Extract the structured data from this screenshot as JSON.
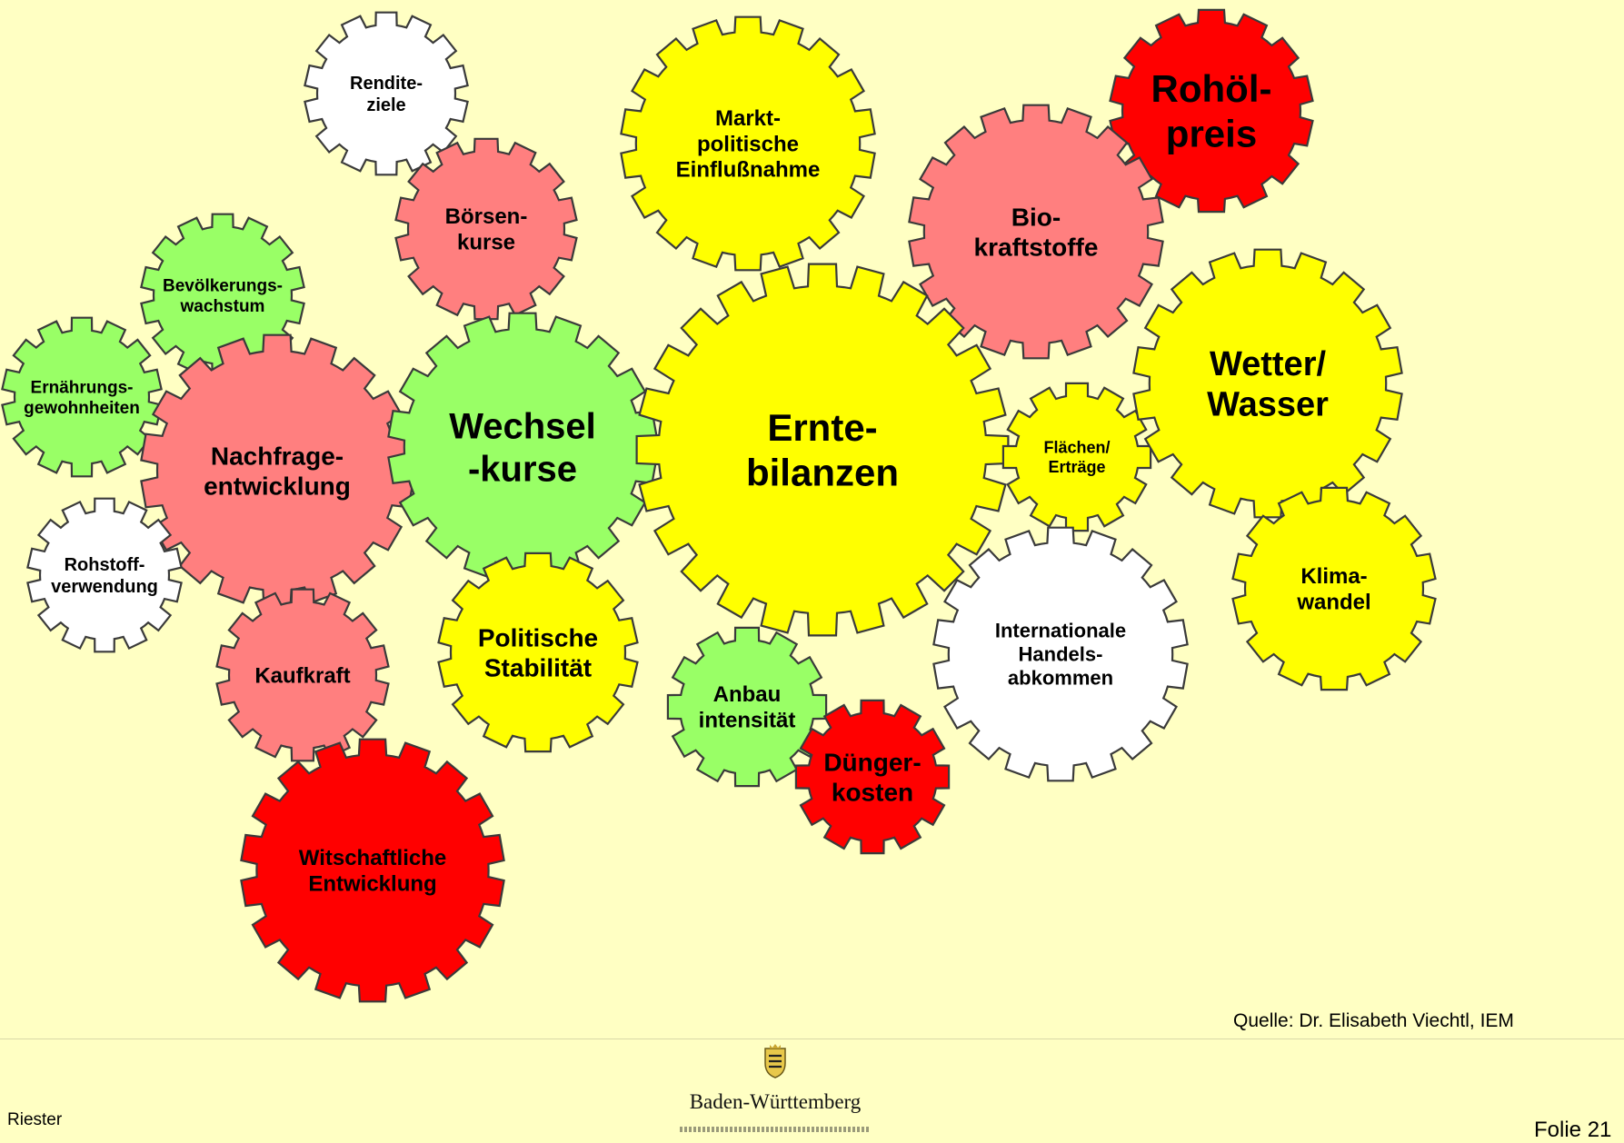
{
  "colors": {
    "background": "#ffffc3",
    "yellow": "#ffff00",
    "salmon": "#ff7f7f",
    "green": "#99ff66",
    "red": "#ff0000",
    "white": "#ffffff"
  },
  "gears": [
    {
      "id": "renditeziele",
      "label": "Rendite-\nziele",
      "color": "white"
    },
    {
      "id": "boersenkurse",
      "label": "Börsen-\nkurse",
      "color": "salmon"
    },
    {
      "id": "marktpolitische-einflussnahme",
      "label": "Markt-\npolitische\nEinflußnahme",
      "color": "yellow"
    },
    {
      "id": "rohoelpreis",
      "label": "Rohöl-\npreis",
      "color": "red"
    },
    {
      "id": "biokraftstoffe",
      "label": "Bio-\nkraftstoffe",
      "color": "salmon"
    },
    {
      "id": "bevoelkerungswachstum",
      "label": "Bevölkerungs-\nwachstum",
      "color": "green"
    },
    {
      "id": "ernaehrungsgewohnheiten",
      "label": "Ernährungs-\ngewohnheiten",
      "color": "green"
    },
    {
      "id": "nachfrageentwicklung",
      "label": "Nachfrage-\nentwicklung",
      "color": "salmon"
    },
    {
      "id": "wechselkurse",
      "label": "Wechsel\n-kurse",
      "color": "green"
    },
    {
      "id": "erntebilanzen",
      "label": "Ernte-\nbilanzen",
      "color": "yellow"
    },
    {
      "id": "flaechen-ertraege",
      "label": "Flächen/\nErträge",
      "color": "yellow"
    },
    {
      "id": "wetter-wasser",
      "label": "Wetter/\nWasser",
      "color": "yellow"
    },
    {
      "id": "rohstoffverwendung",
      "label": "Rohstoff-\nverwendung",
      "color": "white"
    },
    {
      "id": "kaufkraft",
      "label": "Kaufkraft",
      "color": "salmon"
    },
    {
      "id": "politische-stabilitaet",
      "label": "Politische\nStabilität",
      "color": "yellow"
    },
    {
      "id": "internationale-handelsabkommen",
      "label": "Internationale\nHandels-\nabkommen",
      "color": "white"
    },
    {
      "id": "klimawandel",
      "label": "Klima-\nwandel",
      "color": "yellow"
    },
    {
      "id": "anbauintensitaet",
      "label": "Anbau\nintensität",
      "color": "green"
    },
    {
      "id": "duengerkosten",
      "label": "Dünger-\nkosten",
      "color": "red"
    },
    {
      "id": "wirtschaftliche-entwicklung",
      "label": "Witschaftliche\nEntwicklung",
      "color": "red"
    }
  ],
  "footer": {
    "source": "Quelle: Dr. Elisabeth Viechtl, IEM",
    "author": "Riester",
    "logo_text": "Baden-Württemberg",
    "folio": "Folie 21"
  }
}
